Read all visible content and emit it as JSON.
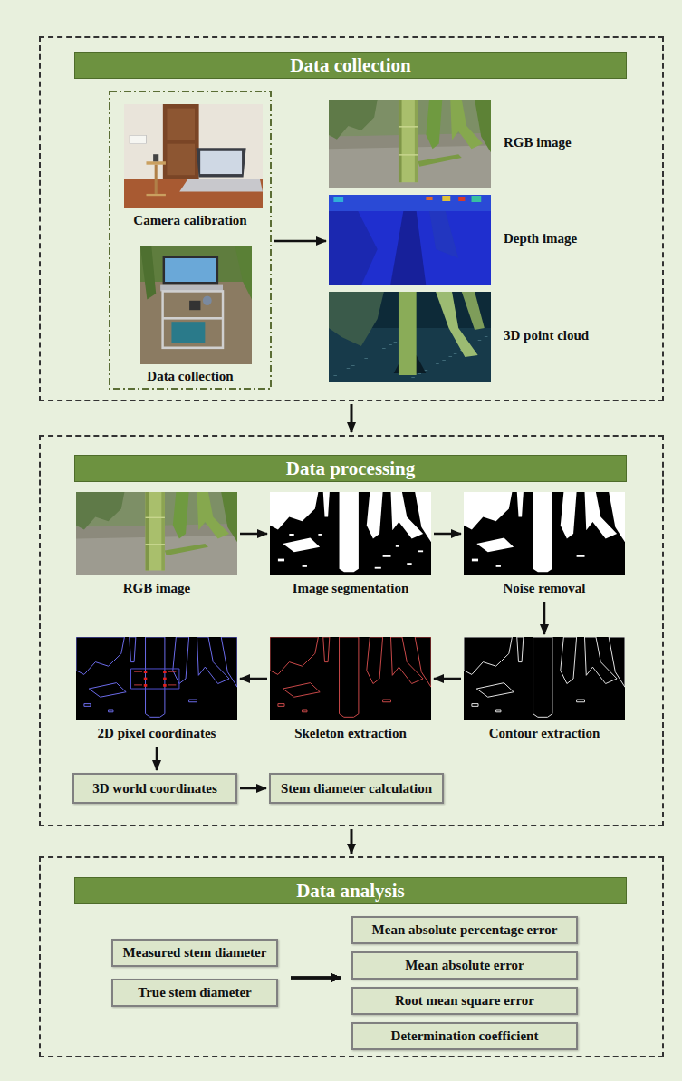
{
  "diagram": {
    "nodes": [
      {
        "text": [
          "Data collection"
        ]
      },
      {
        "text": [
          "Camera calibration",
          "Data collection"
        ],
        "in": 0
      },
      {
        "text": [
          "RGB image",
          "Depth image",
          "3D point cloud"
        ],
        "in": 0
      },
      {
        "text": [
          "Data processing"
        ]
      },
      {
        "text": [
          "RGB image"
        ],
        "in": 3
      },
      {
        "text": [
          "Image segmentation"
        ],
        "in": 3
      },
      {
        "text": [
          "Noise removal"
        ],
        "in": 3
      },
      {
        "text": [
          "Contour extraction"
        ],
        "in": 3
      },
      {
        "text": [
          "Skeleton extraction"
        ],
        "in": 3
      },
      {
        "text": [
          "2D pixel coordinates"
        ],
        "in": 3
      },
      {
        "text": [
          "3D world coordinates"
        ],
        "in": 3
      },
      {
        "text": [
          "Stem diameter calculation"
        ],
        "in": 3
      },
      {
        "text": [
          "Data analysis"
        ]
      },
      {
        "text": [
          "Measured stem diameter"
        ],
        "in": 12
      },
      {
        "text": [
          "True stem diameter"
        ],
        "in": 12
      },
      {
        "text": [
          "Mean absolute percentage error"
        ],
        "in": 12
      },
      {
        "text": [
          "Mean absolute error"
        ],
        "in": 12
      },
      {
        "text": [
          "Root mean square error"
        ],
        "in": 12
      },
      {
        "text": [
          "Determination coefficient"
        ],
        "in": 12
      }
    ],
    "edges": [
      {
        "from": 1,
        "to": 2,
        "arrow": "to"
      },
      {
        "from": 0,
        "to": 3,
        "arrow": "to"
      },
      {
        "from": 4,
        "to": 5,
        "arrow": "to"
      },
      {
        "from": 5,
        "to": 6,
        "arrow": "to"
      },
      {
        "from": 6,
        "to": 7,
        "arrow": "to"
      },
      {
        "from": 7,
        "to": 8,
        "arrow": "to"
      },
      {
        "from": 8,
        "to": 9,
        "arrow": "to"
      },
      {
        "from": 9,
        "to": 10,
        "arrow": "to"
      },
      {
        "from": 10,
        "to": 11,
        "arrow": "to"
      },
      {
        "from": 3,
        "to": 12,
        "arrow": "to"
      },
      {
        "from": 13,
        "to": 15,
        "arrow": "to"
      },
      {
        "from": 13,
        "to": 16,
        "arrow": "to"
      },
      {
        "from": 13,
        "to": 17,
        "arrow": "to"
      },
      {
        "from": 13,
        "to": 18,
        "arrow": "to"
      },
      {
        "from": 14,
        "to": 15,
        "arrow": "to"
      },
      {
        "from": 14,
        "to": 16,
        "arrow": "to"
      },
      {
        "from": 14,
        "to": 17,
        "arrow": "to"
      },
      {
        "from": 14,
        "to": 18,
        "arrow": "to"
      }
    ]
  }
}
